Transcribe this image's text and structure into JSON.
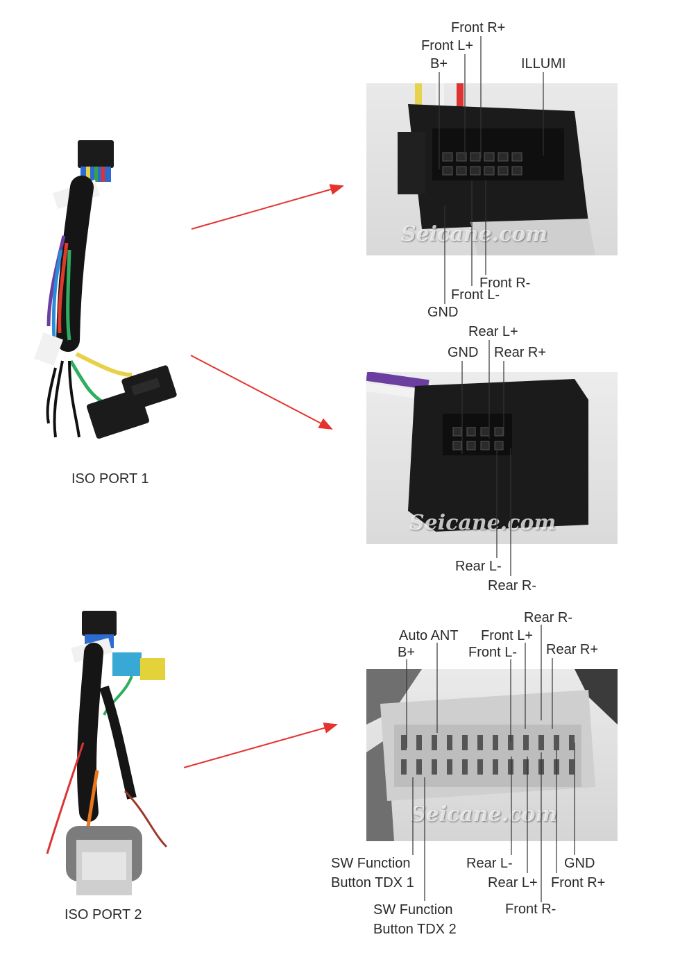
{
  "port1": {
    "caption": "ISO PORT 1",
    "connector_a": {
      "watermark": "Seicane.com",
      "pins_top": [
        "Front R+",
        "Front L+",
        "B+",
        "ILLUMI"
      ],
      "pins_bottom": [
        "Front R-",
        "Front L-",
        "GND"
      ]
    },
    "connector_b": {
      "watermark": "Seicane.com",
      "pins_top": [
        "Rear L+",
        "GND",
        "Rear R+"
      ],
      "pins_bottom": [
        "Rear L-",
        "Rear R-"
      ]
    }
  },
  "port2": {
    "caption": "ISO PORT 2",
    "connector": {
      "watermark": "Seicane.com",
      "pins_top": [
        "Rear R-",
        "Auto ANT",
        "Front L+",
        "B+",
        "Front L-",
        "Rear R+"
      ],
      "pins_bottom": [
        "SW Function\nButton TDX 1",
        "Rear L-",
        "GND",
        "Rear L+",
        "Front R+",
        "SW Function\nButton TDX 2",
        "Front R-"
      ]
    }
  },
  "colors": {
    "arrow": "#e5322d",
    "leader": "#333333",
    "connector_black": "#1b1b1b",
    "connector_grey": "#cfcfcf"
  }
}
